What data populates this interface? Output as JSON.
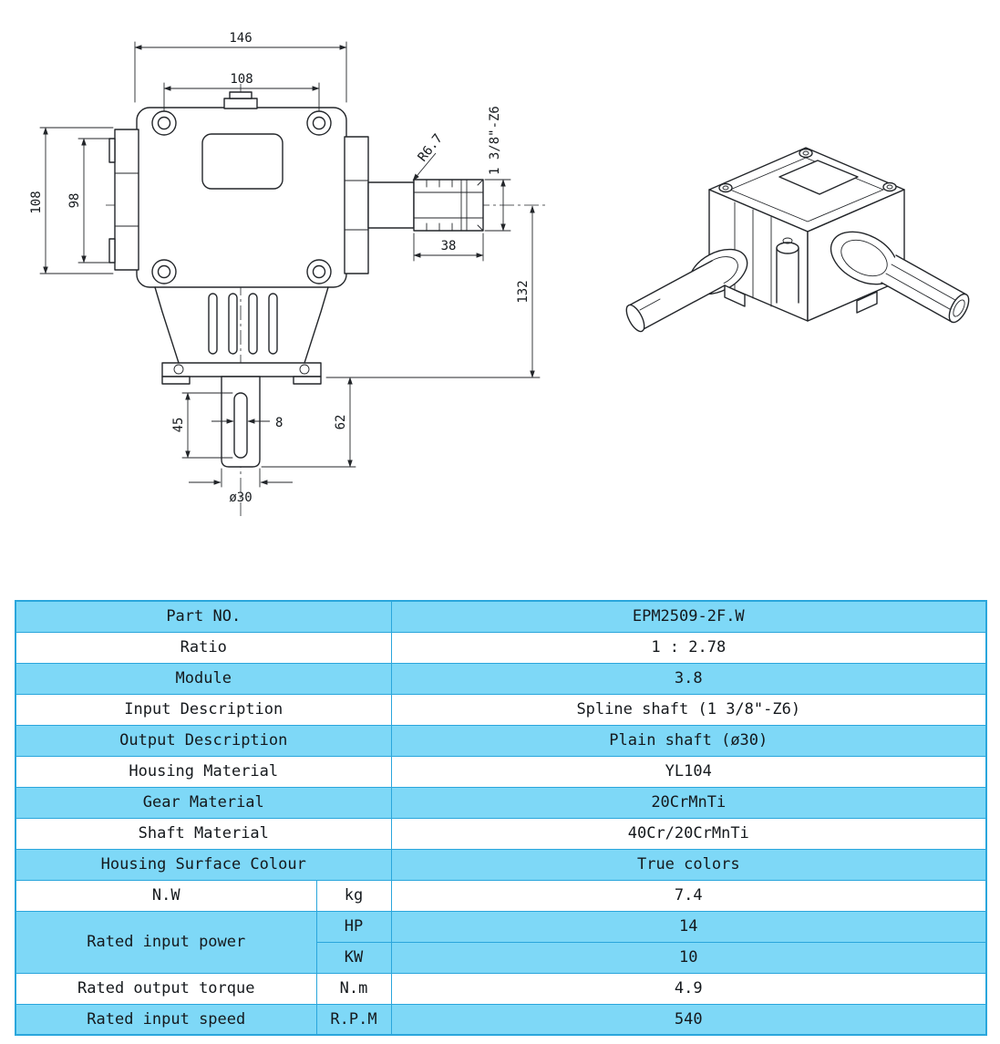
{
  "colors": {
    "row_cyan": "#7ed8f7",
    "table_border": "#2aa6dc",
    "line_color": "#23262a"
  },
  "drawing": {
    "dims": {
      "overall_width": "146",
      "bolt_span_width": "108",
      "flange_height": "108",
      "bolt_span_height": "98",
      "fillet_radius": "R6.7",
      "spline_spec": "1 3/8\"-Z6",
      "spline_length": "38",
      "center_to_end": "132",
      "keyway_length": "45",
      "keyway_width": "8",
      "shaft_length": "62",
      "shaft_diameter": "ø30"
    }
  },
  "table": {
    "rows": [
      {
        "label": "Part NO.",
        "value": "EPM2509-2F.W"
      },
      {
        "label": "Ratio",
        "value": "1 : 2.78"
      },
      {
        "label": "Module",
        "value": "3.8"
      },
      {
        "label": "Input Description",
        "value": "Spline shaft (1 3/8\"-Z6)"
      },
      {
        "label": "Output Description",
        "value": "Plain shaft (ø30)"
      },
      {
        "label": "Housing Material",
        "value": "YL104"
      },
      {
        "label": "Gear Material",
        "value": "20CrMnTi"
      },
      {
        "label": "Shaft Material",
        "value": "40Cr/20CrMnTi"
      },
      {
        "label": "Housing Surface Colour",
        "value": "True colors"
      }
    ],
    "nw": {
      "label": "N.W",
      "unit": "kg",
      "value": "7.4"
    },
    "power": {
      "label": "Rated input power",
      "rows": [
        {
          "unit": "HP",
          "value": "14"
        },
        {
          "unit": "KW",
          "value": "10"
        }
      ]
    },
    "torque": {
      "label": "Rated output torque",
      "unit": "N.m",
      "value": "4.9"
    },
    "speed": {
      "label": "Rated input speed",
      "unit": "R.P.M",
      "value": "540"
    }
  }
}
